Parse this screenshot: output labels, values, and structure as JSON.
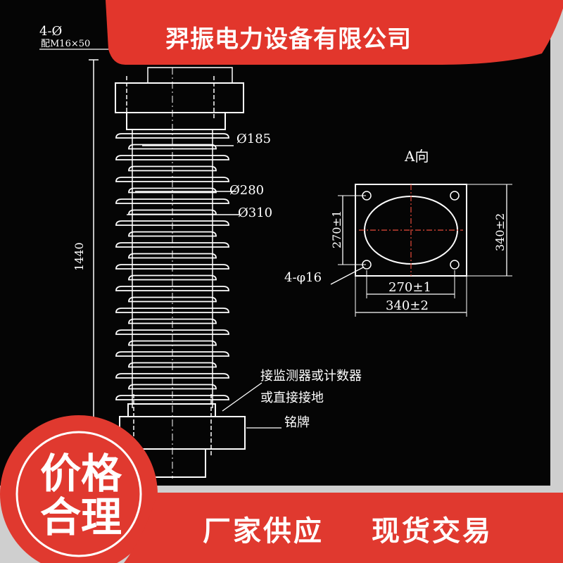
{
  "banner": {
    "company_name": "羿振电力设备有限公司"
  },
  "badge": {
    "line1": "价格",
    "line2": "合理"
  },
  "slogans": {
    "left": "厂家供应",
    "right": "现货交易"
  },
  "drawing": {
    "top_label_1": "4-Ø",
    "top_label_2": "配M16×50",
    "dim_d185": "Ø185",
    "dim_d280": "Ø280",
    "dim_d310": "Ø310",
    "dim_height": "1440",
    "view_title": "A向",
    "hole_spec": "4-φ16",
    "dim_270_h": "270±1",
    "dim_340_h": "340±2",
    "dim_270_v": "270±1",
    "dim_340_v": "340±2",
    "note_counter": "接监测器或计数器",
    "note_ground": "或直接接地",
    "note_nameplate": "铭牌"
  },
  "colors": {
    "banner_red": "#e2362c",
    "badge_red": "#e0392f",
    "drawing_bg": "#000000",
    "page_bg": "#cfcfcf"
  }
}
